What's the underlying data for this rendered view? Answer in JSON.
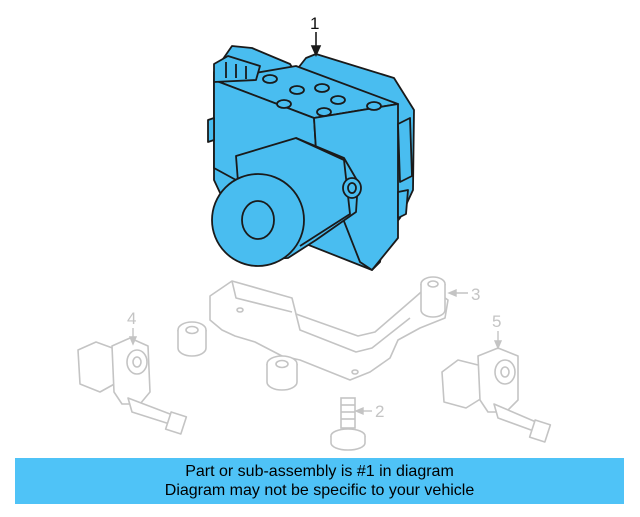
{
  "colors": {
    "part_highlight": "#49bdf0",
    "part_outline": "#1a1a1a",
    "ghost_outline": "#c4c4c4",
    "banner_background": "#4fc3f7"
  },
  "callouts": {
    "part1": "1",
    "part2": "2",
    "part3": "3",
    "part4": "4",
    "part5": "5"
  },
  "banner": {
    "line1": "Part or sub-assembly is #1 in diagram",
    "line2": "Diagram may not be specific to your vehicle"
  }
}
